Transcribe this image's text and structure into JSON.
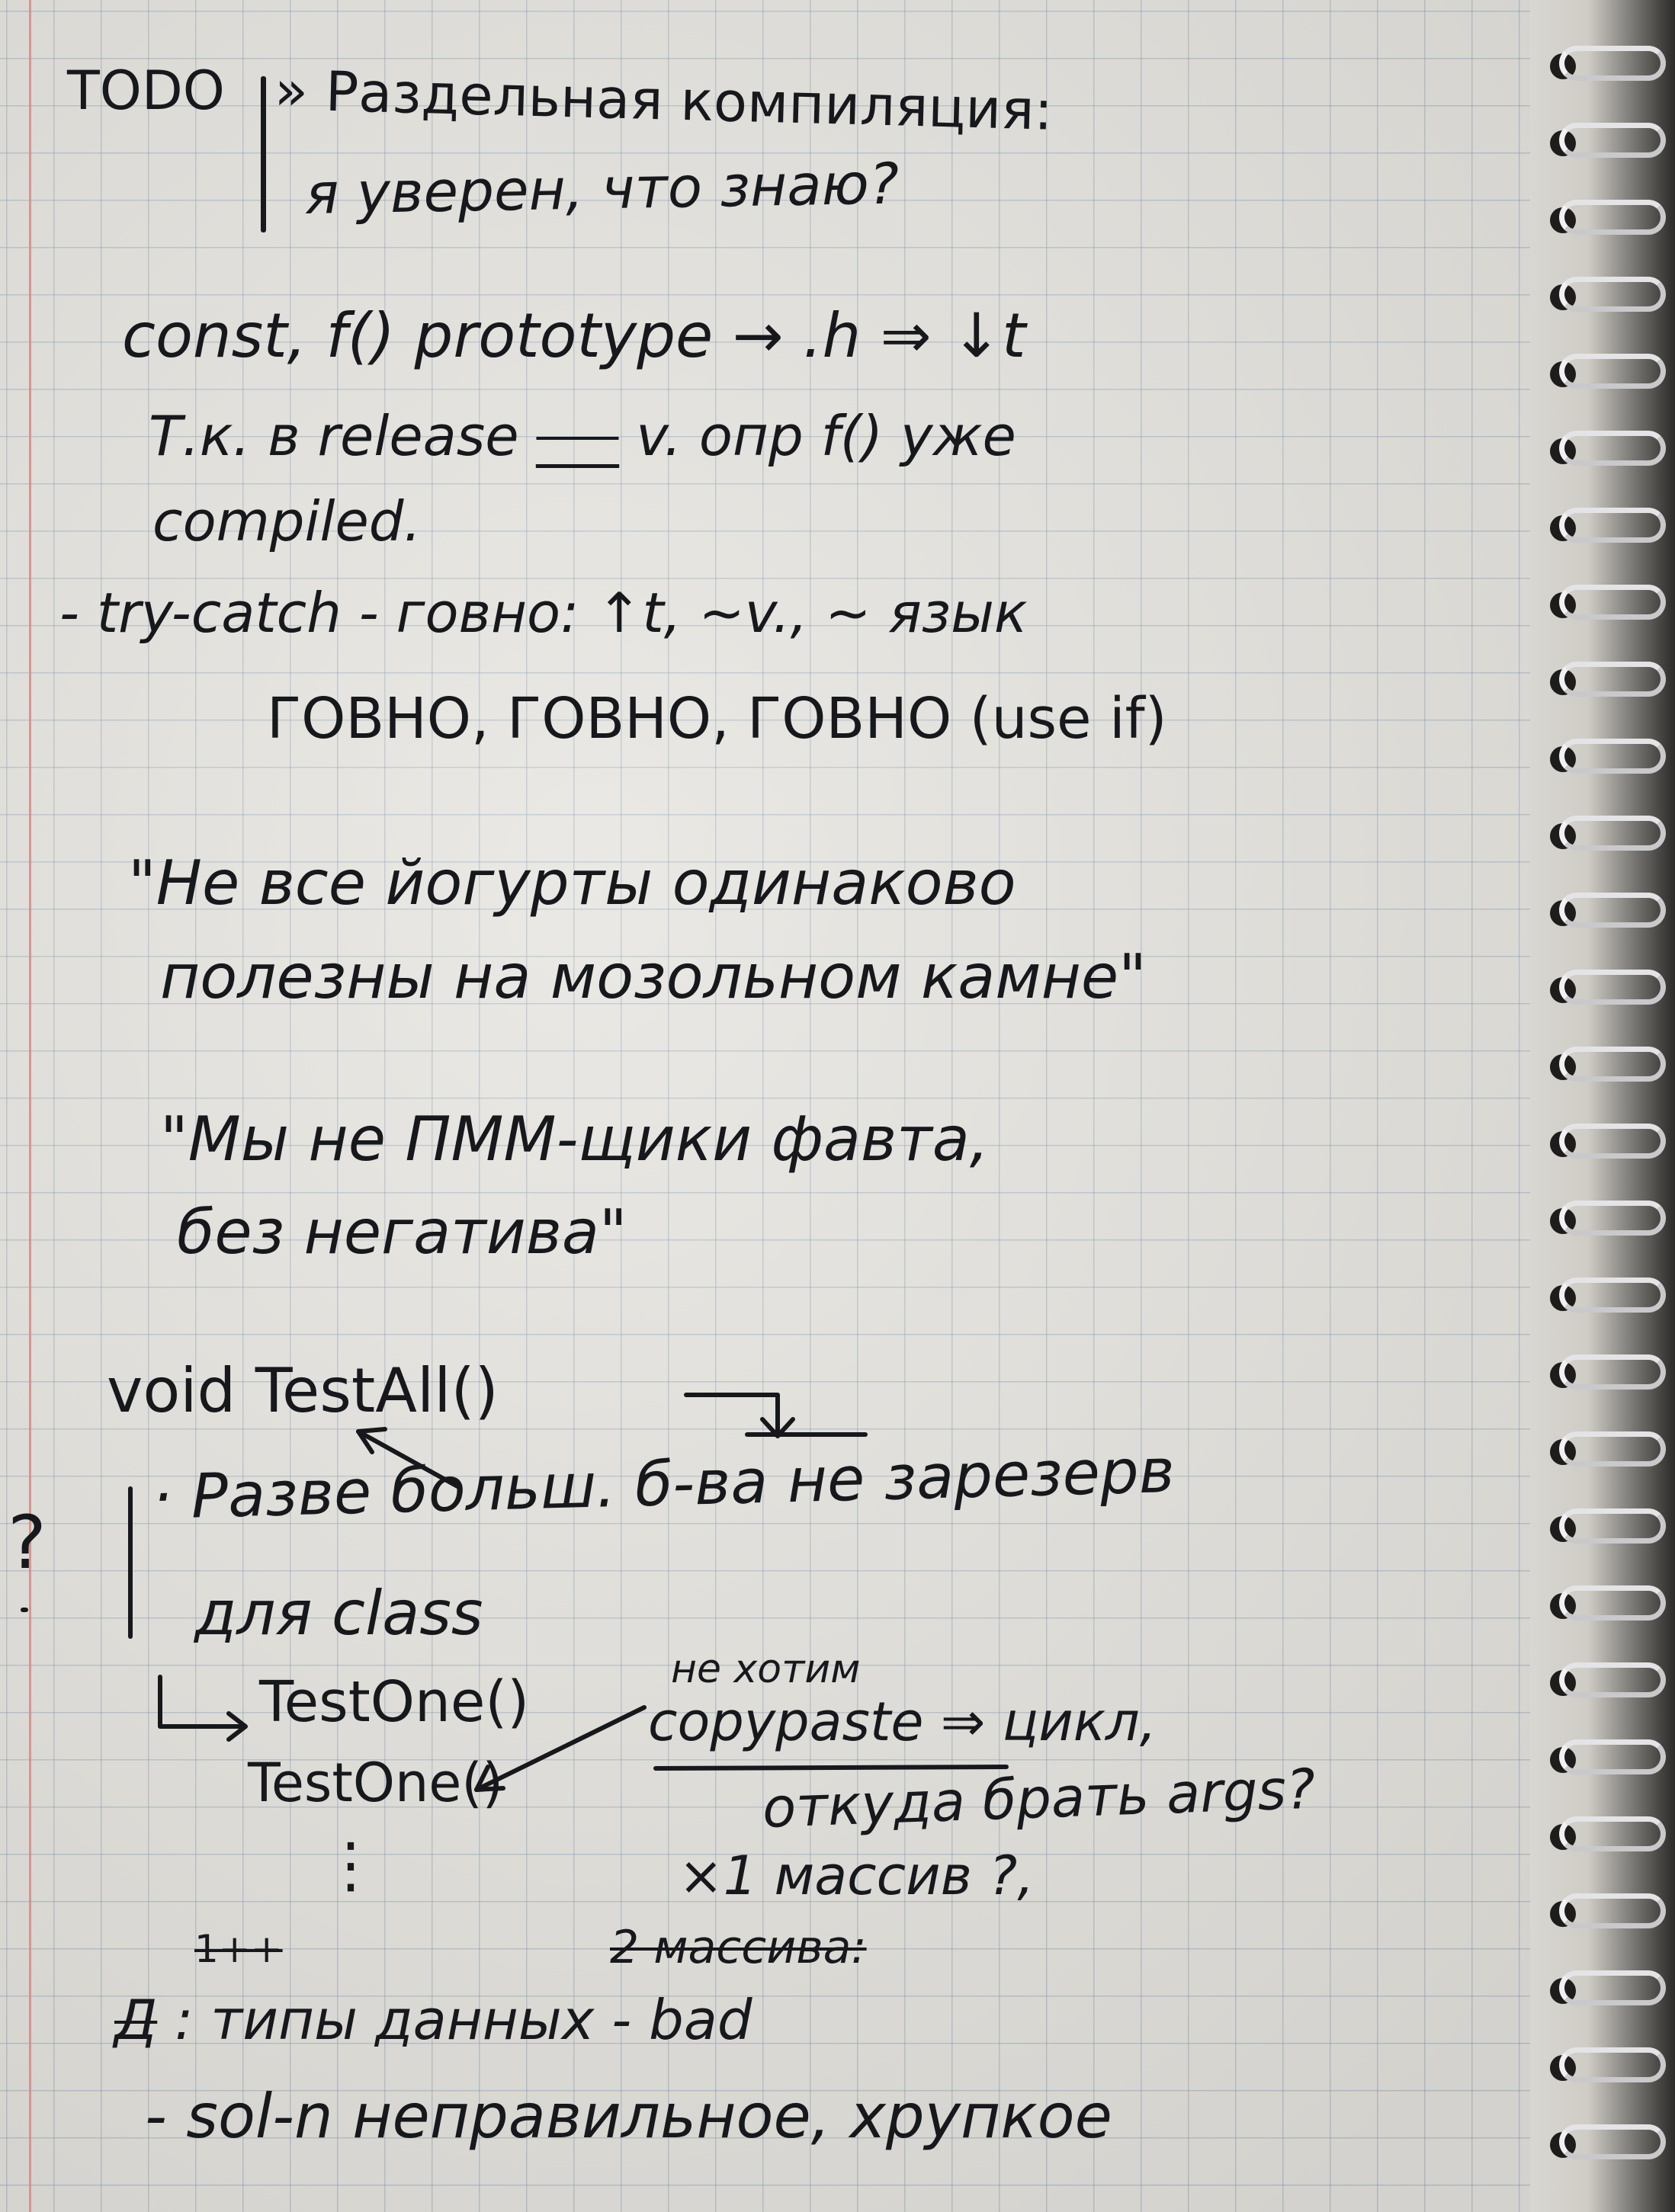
{
  "page": {
    "paper": "grid notebook page",
    "ink_color": "#17181c",
    "grid_color": "#8aa3b8",
    "margin_color": "#d58a86"
  },
  "notes": {
    "todo_label": "TODO",
    "separate_compilation": "» Раздельная компиляция:",
    "am_i_sure": "я уверен, что знаю?",
    "const_prototype": "const, f() prototype → .h ⇒ ↓t",
    "release_note": "Т.к. в release",
    "release_note_crossed": "___",
    "release_note_tail": "v. опр f() уже",
    "compiled": "compiled.",
    "try_catch": "- try-catch - говно: ↑t, ~v., ~ язык",
    "govno_line": "ГОВНО, ГОВНО, ГОВНО (use if)",
    "quote1_line1": "\"Не все йогурты одинаково",
    "quote1_line2": "полезны на мозольном камне\"",
    "quote2_line1": "\"Мы не ПММ-щики фавта,",
    "quote2_line2": "без негатива\"",
    "void_test_all": "void TestAll()",
    "question_mark": "?",
    "razve_line": "· Разве больш. б-ва не зарезерв",
    "dlya_class": "для class",
    "test_one_1": "TestOne()",
    "test_one_2": "TestOne()",
    "ellipsis": "⋮",
    "ne_hotim": "не хотим",
    "copypaste": "copypaste ⇒ цикл,",
    "otkuda": "откуда брать args?",
    "massiv_note": "×1 массив ?,",
    "dva_massiva": "2 массива:",
    "crossed_1": "1++",
    "data_types_crossed": "Д",
    "data_types": ": типы данных - bad",
    "sol_line": "- sol-n неправильное, хрупкое"
  }
}
